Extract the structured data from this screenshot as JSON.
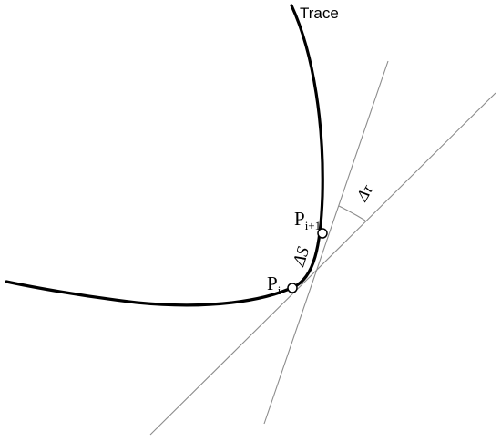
{
  "diagram": {
    "curve_label": "Trace",
    "point_i": {
      "base": "P",
      "sub": "i"
    },
    "point_i1": {
      "base": "P",
      "sub": "i+1"
    },
    "arc_label": "ΔS",
    "angle_label": "Δτ"
  },
  "colors": {
    "curve": "#000000",
    "tangent_lines": "#8c8c8c",
    "background": "#ffffff",
    "point_fill": "#ffffff"
  }
}
